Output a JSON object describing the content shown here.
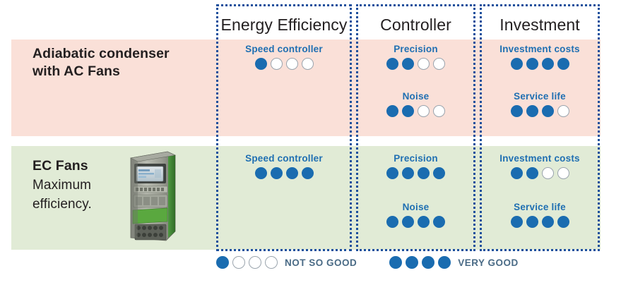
{
  "legend": {
    "scale_max": 4,
    "items": [
      {
        "name": "not-so-good",
        "filled": 1,
        "label": "NOT SO GOOD"
      },
      {
        "name": "very-good",
        "filled": 4,
        "label": "VERY GOOD"
      }
    ]
  },
  "columns": [
    {
      "key": "energy_efficiency",
      "title": "Energy Efficiency"
    },
    {
      "key": "controller",
      "title": "Controller"
    },
    {
      "key": "investment",
      "title": "Investment"
    }
  ],
  "rows": [
    {
      "key": "ac_fans",
      "title": "Adiabatic condenser",
      "title_line2": "with AC Fans",
      "subtitle": "",
      "background": "#fae0d8",
      "metrics": {
        "energy_efficiency": [
          {
            "label": "Speed controller",
            "filled": 1,
            "total": 4
          }
        ],
        "controller": [
          {
            "label": "Precision",
            "filled": 2,
            "total": 4
          },
          {
            "label": "Noise",
            "filled": 2,
            "total": 4
          }
        ],
        "investment": [
          {
            "label": "Investment costs",
            "filled": 4,
            "total": 4
          },
          {
            "label": "Service life",
            "filled": 3,
            "total": 4
          }
        ]
      }
    },
    {
      "key": "ec_fans",
      "title": "EC Fans",
      "title_line2": "",
      "subtitle": "Maximum efficiency.",
      "background": "#e1ebd6",
      "metrics": {
        "energy_efficiency": [
          {
            "label": "Speed controller",
            "filled": 4,
            "total": 4
          }
        ],
        "controller": [
          {
            "label": "Precision",
            "filled": 4,
            "total": 4
          },
          {
            "label": "Noise",
            "filled": 4,
            "total": 4
          }
        ],
        "investment": [
          {
            "label": "Investment costs",
            "filled": 2,
            "total": 4
          },
          {
            "label": "Service life",
            "filled": 4,
            "total": 4
          }
        ]
      }
    }
  ],
  "colors": {
    "dot_filled": "#1a6cb0",
    "dot_empty_border": "#9aa4ad",
    "metric_label": "#1f6fb2",
    "legend_text": "#4a6b86",
    "box_border": "#1b4f9c",
    "row_ac_bg": "#fae0d8",
    "row_ec_bg": "#e1ebd6"
  },
  "product_image": {
    "alt": "ec-fan-controller-unit"
  }
}
